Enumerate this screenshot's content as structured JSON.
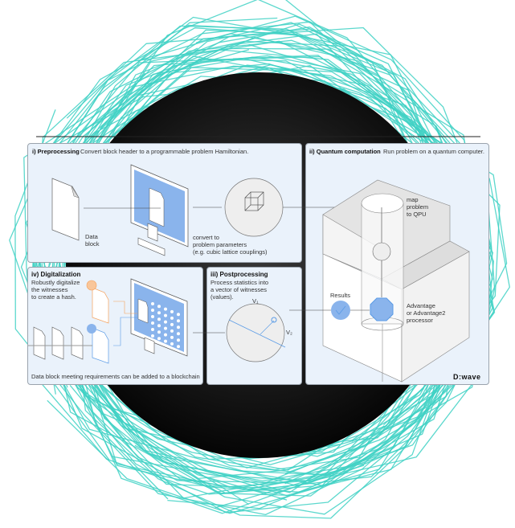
{
  "colors": {
    "teal": "#3fd1c4",
    "sphere": "#111111",
    "panel_bg": "#eaf2fb",
    "blue": "#8ab4ec",
    "orange": "#f5a05a",
    "blue_line": "#5a9be6"
  },
  "panels": {
    "preprocessing": {
      "title": "i) Preprocessing",
      "description": "Convert block header to a programmable problem Hamiltonian.",
      "data_block": [
        "Data",
        "block"
      ],
      "convert": [
        "convert to",
        "problem parameters",
        "(e.g. cubic lattice couplings)"
      ]
    },
    "quantum": {
      "title": "ii) Quantum computation",
      "description": "Run problem on a  quantum computer.",
      "map": [
        "map",
        "problem",
        "to QPU"
      ],
      "results": "Results",
      "processor": [
        "Advantage",
        "or Advantage2",
        "processor"
      ],
      "logo": "D:wave"
    },
    "postprocessing": {
      "title": "iii) Postprocessing",
      "description": [
        "Process statistics into",
        "a vector of witnesses",
        "(values)."
      ],
      "v1": "V₁",
      "v2": "V₂"
    },
    "digitalization": {
      "title": "iv) Digitalization",
      "description": [
        "Robustly digitalize",
        "the witnesses",
        "to create a hash."
      ],
      "footer": "Data block meeting requirements can be added to a blockchain"
    }
  }
}
